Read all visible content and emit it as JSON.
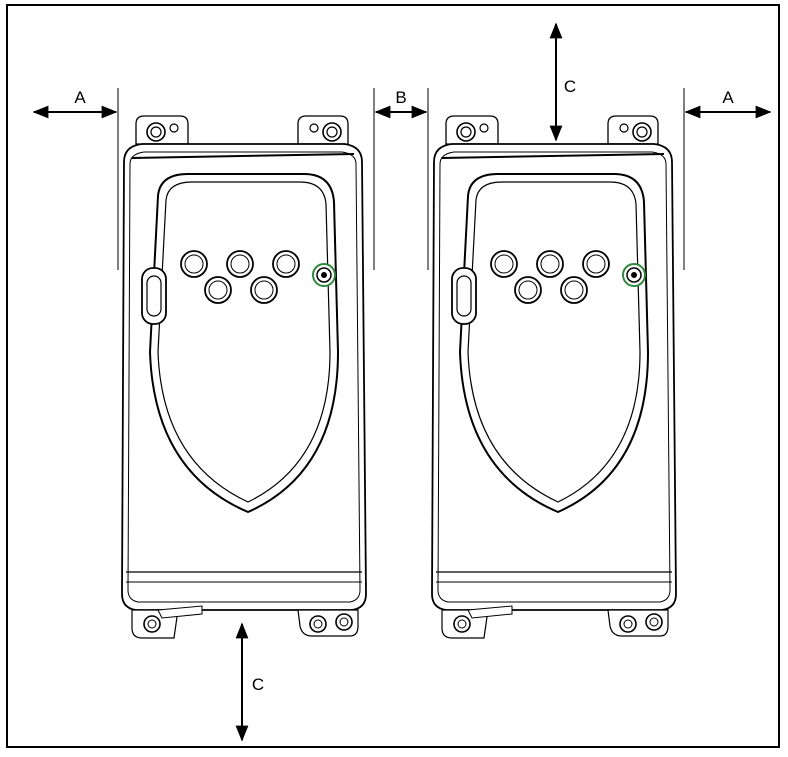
{
  "figure": {
    "labels": {
      "side_clearance": "A",
      "between_drives": "B",
      "top_clearance": "C",
      "bottom_clearance": "C"
    },
    "drive_count": 2,
    "keypad_button_count": 5
  }
}
